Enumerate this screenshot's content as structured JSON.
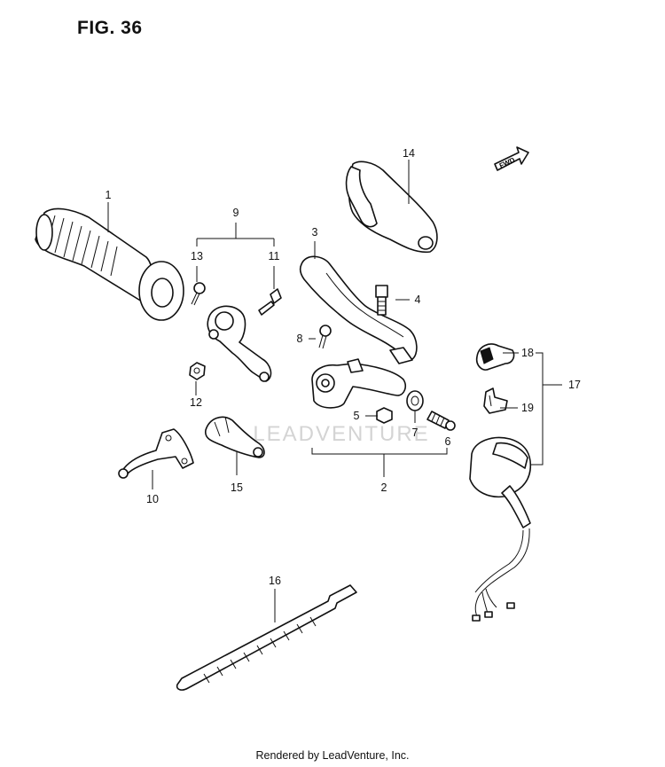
{
  "figure": {
    "title": "FIG. 36"
  },
  "direction_label": "FWD",
  "watermark": "LEADVENTURE",
  "callouts": [
    {
      "id": "c1",
      "label": "1"
    },
    {
      "id": "c2",
      "label": "2"
    },
    {
      "id": "c3",
      "label": "3"
    },
    {
      "id": "c4",
      "label": "4"
    },
    {
      "id": "c5",
      "label": "5"
    },
    {
      "id": "c6",
      "label": "6"
    },
    {
      "id": "c7",
      "label": "7"
    },
    {
      "id": "c8",
      "label": "8"
    },
    {
      "id": "c9",
      "label": "9"
    },
    {
      "id": "c10",
      "label": "10"
    },
    {
      "id": "c11",
      "label": "11"
    },
    {
      "id": "c12",
      "label": "12"
    },
    {
      "id": "c13",
      "label": "13"
    },
    {
      "id": "c14",
      "label": "14"
    },
    {
      "id": "c15",
      "label": "15"
    },
    {
      "id": "c16",
      "label": "16"
    },
    {
      "id": "c17",
      "label": "17"
    },
    {
      "id": "c18",
      "label": "18"
    },
    {
      "id": "c19",
      "label": "19"
    }
  ],
  "footer": "Rendered by LeadVenture, Inc."
}
